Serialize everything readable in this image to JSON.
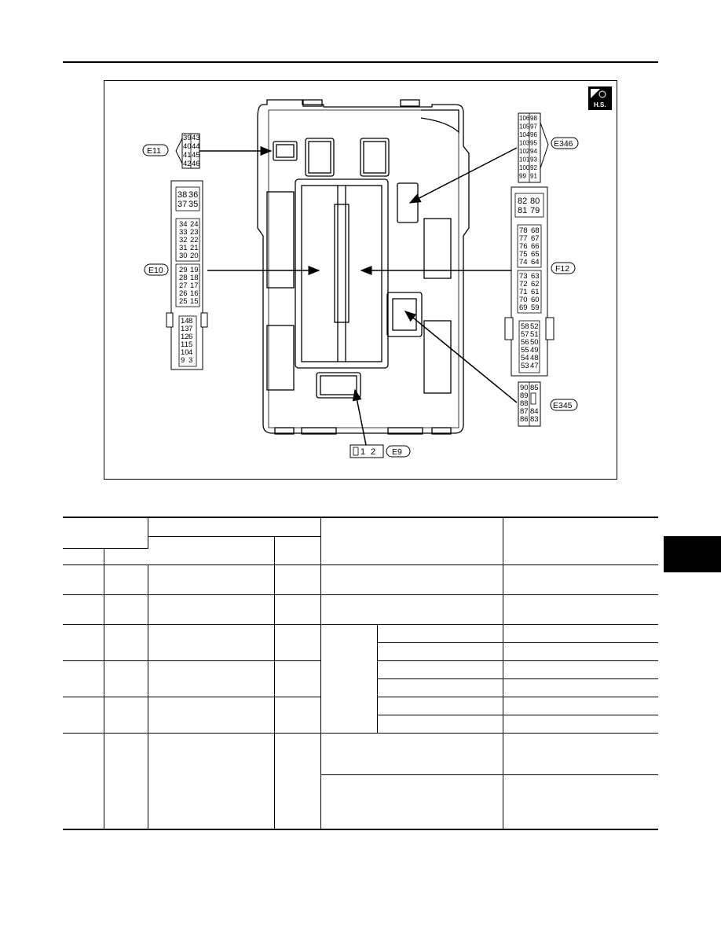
{
  "connectors": {
    "e11": {
      "label": "E11",
      "pins": [
        [
          "39",
          "43"
        ],
        [
          "40",
          "44"
        ],
        [
          "41",
          "45"
        ],
        [
          "42",
          "46"
        ]
      ]
    },
    "e10": {
      "label": "E10",
      "top_pins": [
        [
          "38",
          "36"
        ],
        [
          "37",
          "35"
        ]
      ],
      "mid_pins": [
        [
          "34",
          "24"
        ],
        [
          "33",
          "23"
        ],
        [
          "32",
          "22"
        ],
        [
          "31",
          "21"
        ],
        [
          "30",
          "20"
        ]
      ],
      "mid2_pins": [
        [
          "29",
          "19"
        ],
        [
          "28",
          "18"
        ],
        [
          "27",
          "17"
        ],
        [
          "26",
          "16"
        ],
        [
          "25",
          "15"
        ]
      ],
      "bottom_pins": [
        [
          "14",
          "8"
        ],
        [
          "13",
          "7"
        ],
        [
          "12",
          "6"
        ],
        [
          "11",
          "5"
        ],
        [
          "10",
          "4"
        ],
        [
          "9",
          "3"
        ]
      ]
    },
    "e346": {
      "label": "E346",
      "pins": [
        [
          "106",
          "98"
        ],
        [
          "105",
          "97"
        ],
        [
          "104",
          "96"
        ],
        [
          "103",
          "95"
        ],
        [
          "102",
          "94"
        ],
        [
          "101",
          "93"
        ],
        [
          "100",
          "92"
        ],
        [
          "99",
          "91"
        ]
      ]
    },
    "f12": {
      "label": "F12",
      "top_pins": [
        [
          "82",
          "80"
        ],
        [
          "81",
          "79"
        ]
      ],
      "mid_pins": [
        [
          "78",
          "68"
        ],
        [
          "77",
          "67"
        ],
        [
          "76",
          "66"
        ],
        [
          "75",
          "65"
        ],
        [
          "74",
          "64"
        ]
      ],
      "mid2_pins": [
        [
          "73",
          "63"
        ],
        [
          "72",
          "62"
        ],
        [
          "71",
          "61"
        ],
        [
          "70",
          "60"
        ],
        [
          "69",
          "59"
        ]
      ],
      "bottom_pins": [
        [
          "58",
          "52"
        ],
        [
          "57",
          "51"
        ],
        [
          "56",
          "50"
        ],
        [
          "55",
          "49"
        ],
        [
          "54",
          "48"
        ],
        [
          "53",
          "47"
        ]
      ]
    },
    "e345": {
      "label": "E345",
      "pins": [
        [
          "90",
          "85"
        ],
        [
          "89",
          ""
        ],
        [
          "88",
          ""
        ],
        [
          "87",
          "84"
        ],
        [
          "86",
          "83"
        ]
      ]
    },
    "e9": {
      "label": "E9",
      "pins": [
        "1",
        "2"
      ]
    }
  },
  "badge": {
    "text": "H.S."
  },
  "table": {
    "rows": []
  }
}
